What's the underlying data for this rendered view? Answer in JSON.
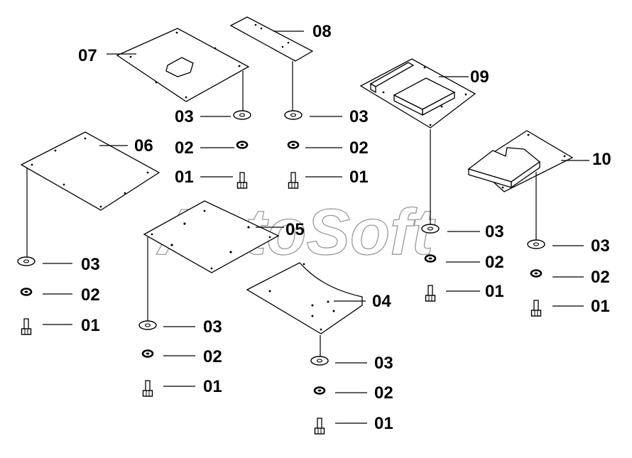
{
  "watermark": "AutoSoft",
  "parts": [
    {
      "id": "p07",
      "label": "07"
    },
    {
      "id": "p08",
      "label": "08"
    },
    {
      "id": "p09",
      "label": "09"
    },
    {
      "id": "p06",
      "label": "06"
    },
    {
      "id": "p10",
      "label": "10"
    },
    {
      "id": "p05",
      "label": "05"
    },
    {
      "id": "p04",
      "label": "04"
    }
  ],
  "fasteners": {
    "washer_label": "03",
    "lockwasher_label": "02",
    "bolt_label": "01"
  }
}
